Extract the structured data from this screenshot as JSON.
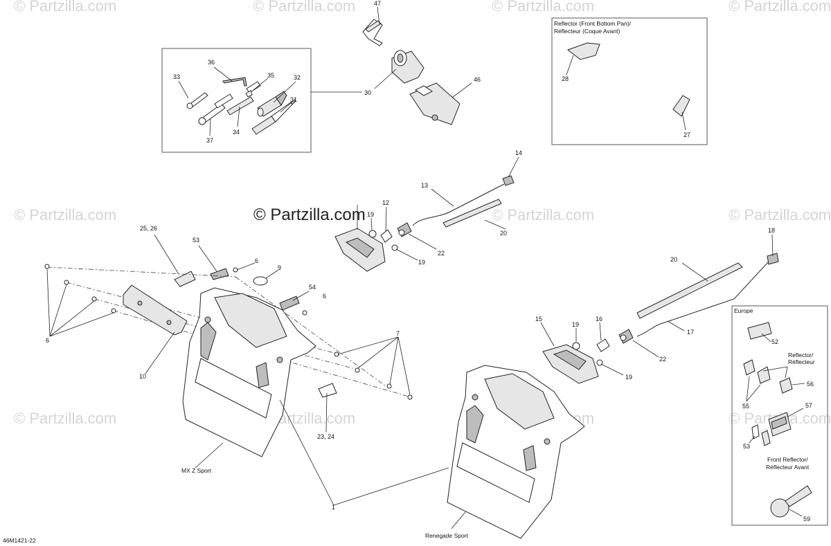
{
  "watermark": {
    "text": "© Partzilla.com",
    "main_text": "© Partzilla.com"
  },
  "diagram_id": "46M1421-22",
  "variants": {
    "mxz_sport": "MX Z Sport",
    "renegade_sport": "Renegade Sport"
  },
  "inset_reflector_front_bottom_pan": {
    "title_line1": "Reflector (Front Bottom Pan)/",
    "title_line2": "Réflecteur (Coque Avant)"
  },
  "inset_europe": {
    "title": "Europe",
    "reflector_line1": "Reflector/",
    "reflector_line2": "Réflecteur",
    "front_reflector_line1": "Front Reflector/",
    "front_reflector_line2": "Réflecteur Avant"
  },
  "callouts": {
    "c1": "1",
    "c6a": "6",
    "c6b": "6",
    "c6c": "6",
    "c7": "7",
    "c9": "9",
    "c10": "10",
    "c12": "12",
    "c13": "13",
    "c14": "14",
    "c15": "15",
    "c16": "16",
    "c17": "17",
    "c18": "18",
    "c19a": "19",
    "c19b": "19",
    "c19c": "19",
    "c19d": "19",
    "c20a": "20",
    "c20b": "20",
    "c22a": "22",
    "c22b": "22",
    "c2324": "23, 24",
    "c2526": "25, 26",
    "c27": "27",
    "c28": "28",
    "c30": "30",
    "c31": "31",
    "c32": "32",
    "c33": "33",
    "c34": "34",
    "c35": "35",
    "c36": "36",
    "c37": "37",
    "c46": "46",
    "c47": "47",
    "c52": "52",
    "c53a": "53",
    "c53b": "53",
    "c54": "54",
    "c55": "55",
    "c56": "56",
    "c57": "57",
    "c59": "59"
  }
}
